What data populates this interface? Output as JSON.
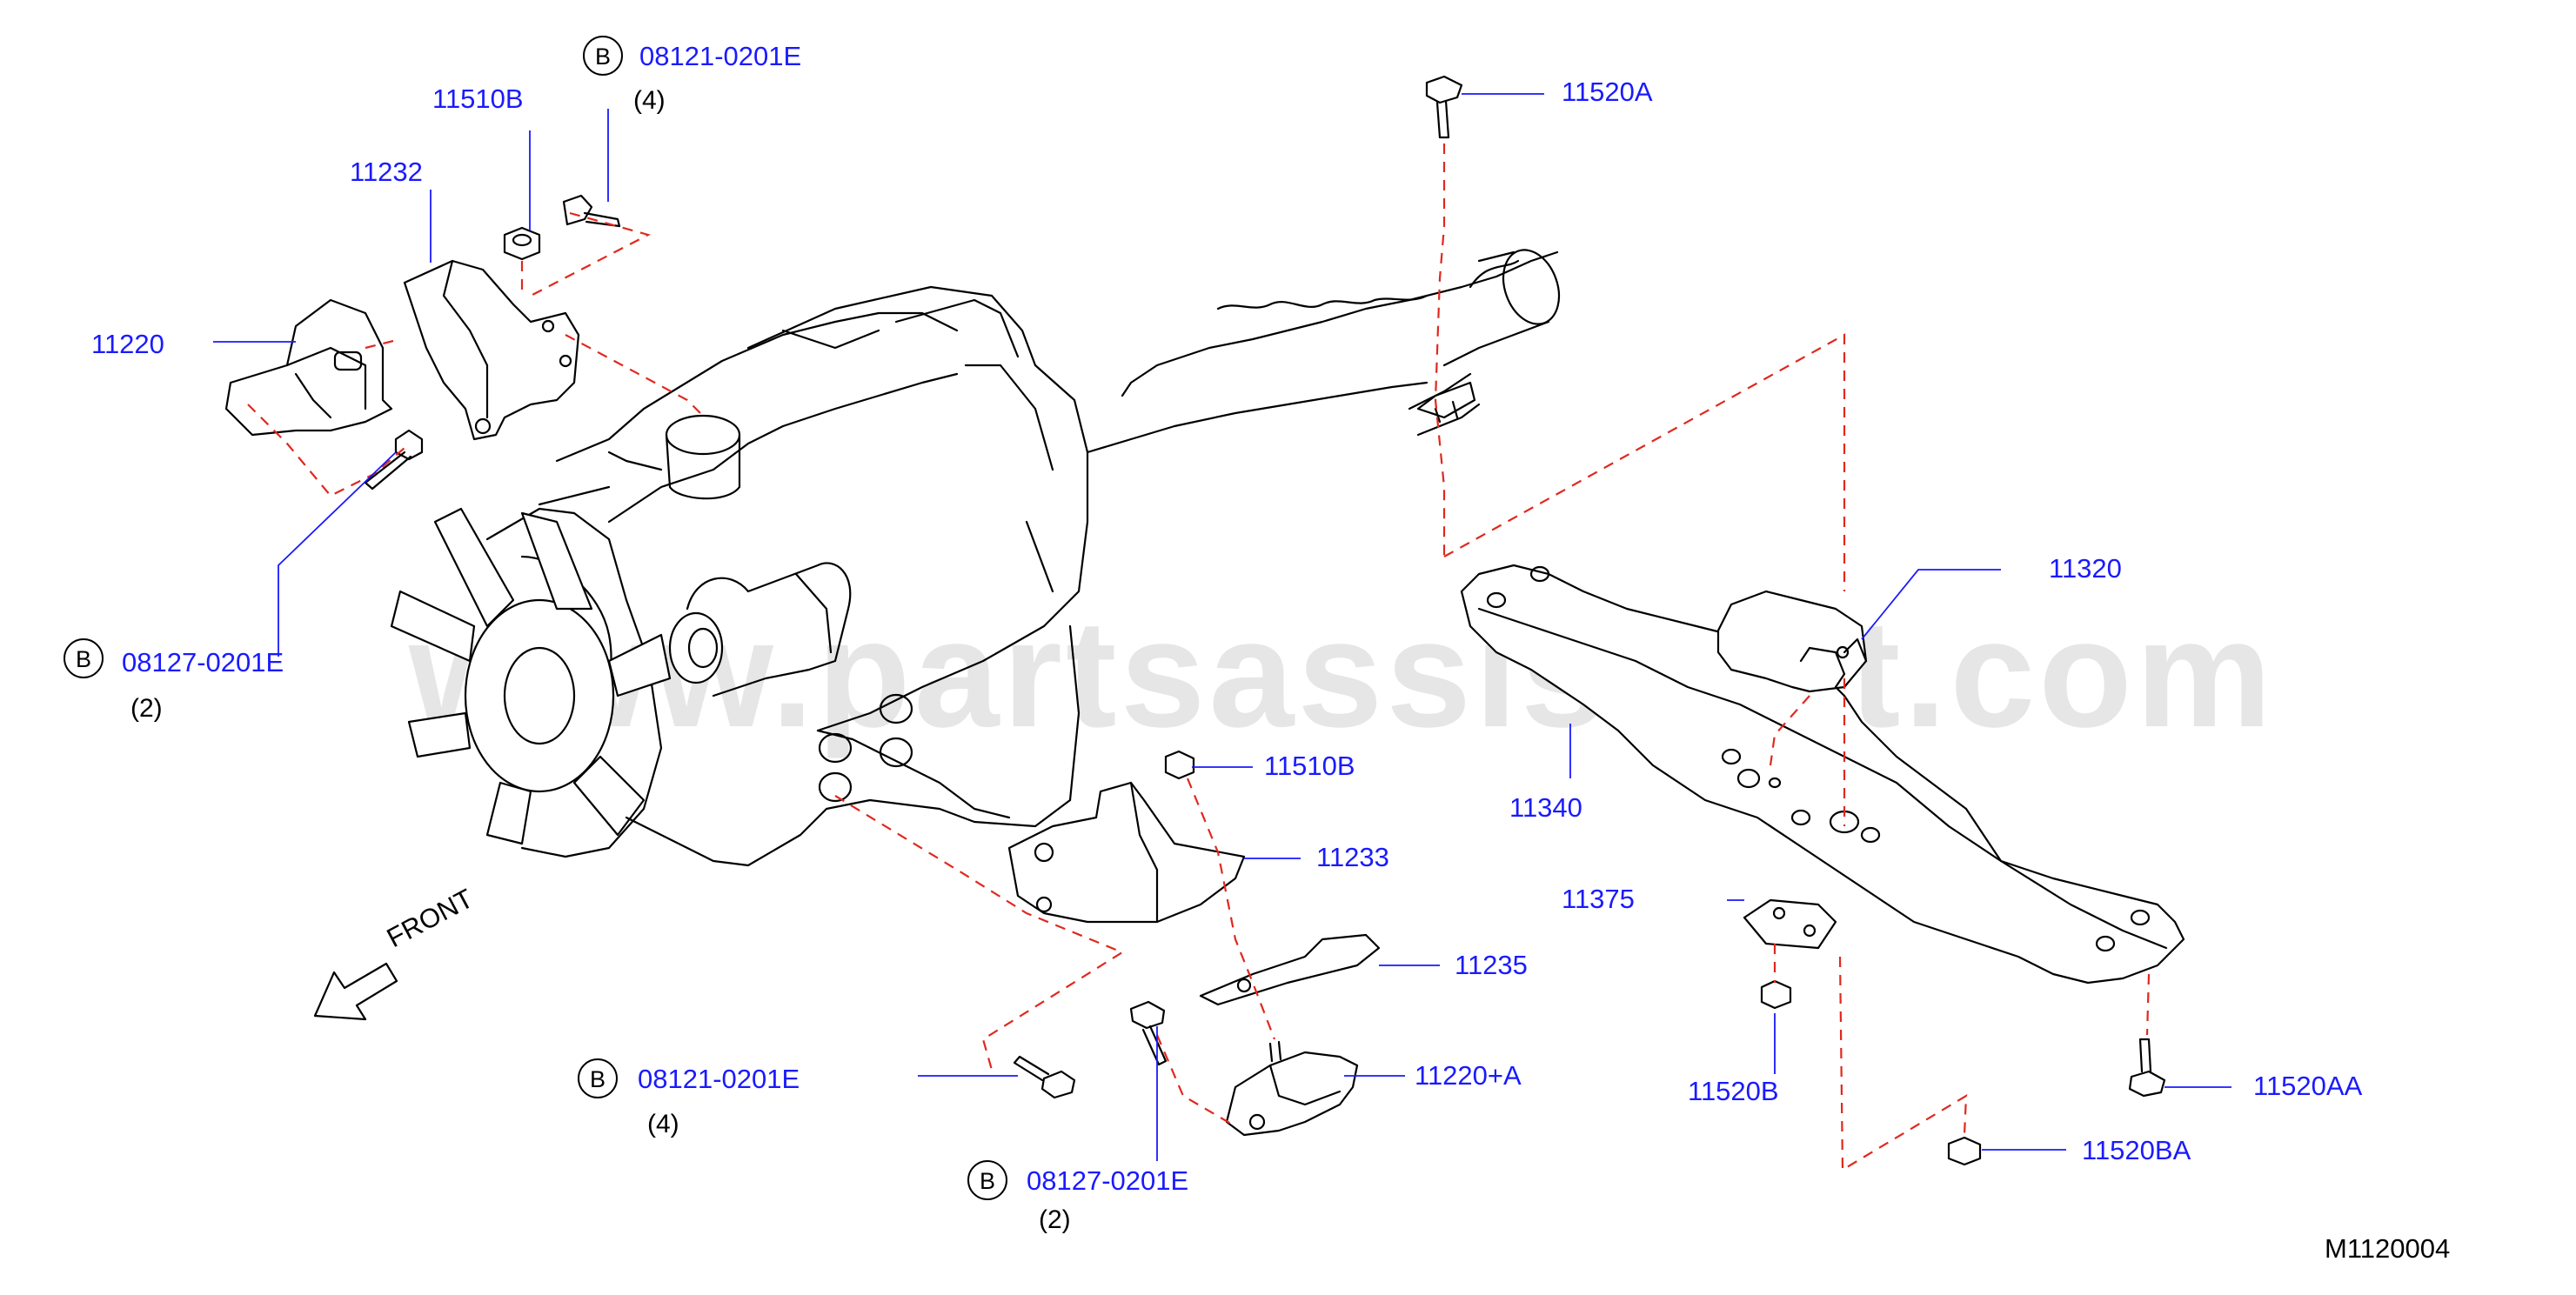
{
  "watermark": "www.partsassistant.com",
  "diagram_ref": "M1120004",
  "front_label": "FRONT",
  "bolt_marker": "B",
  "colors": {
    "part_number": "#1a1aff",
    "dashed_guide": "#e0281e",
    "line_art": "#000000"
  },
  "callouts": {
    "c_11520A": "11520A",
    "c_08121_top": "08121-0201E",
    "c_08121_top_qty": "(4)",
    "c_11510B_top": "11510B",
    "c_11232": "11232",
    "c_11220": "11220",
    "c_08127_left": "08127-0201E",
    "c_08127_left_qty": "(2)",
    "c_11320": "11320",
    "c_11340": "11340",
    "c_11510B_mid": "11510B",
    "c_11233": "11233",
    "c_11375": "11375",
    "c_11235": "11235",
    "c_11220A": "11220+A",
    "c_08121_bottom": "08121-0201E",
    "c_08121_bottom_qty": "(4)",
    "c_11520B": "11520B",
    "c_11520AA": "11520AA",
    "c_11520BA": "11520BA",
    "c_08127_bottom": "08127-0201E",
    "c_08127_bottom_qty": "(2)"
  }
}
